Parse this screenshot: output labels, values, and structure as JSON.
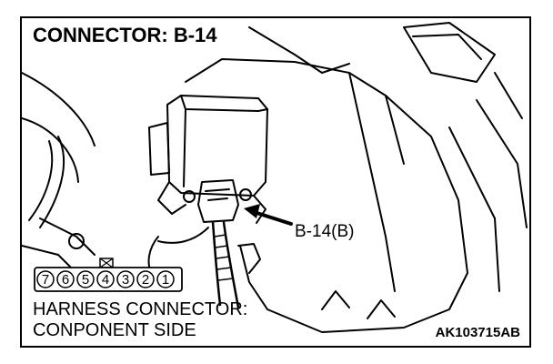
{
  "figure": {
    "title": "CONNECTOR: B-14",
    "callout": "B-14(B)",
    "harness_line1": "HARNESS CONNECTOR:",
    "harness_line2": "CONPONENT SIDE",
    "figure_code": "AK103715AB"
  },
  "pins": [
    "7",
    "6",
    "5",
    "4",
    "3",
    "2",
    "1"
  ],
  "colors": {
    "ink": "#000000",
    "paper": "#ffffff"
  }
}
